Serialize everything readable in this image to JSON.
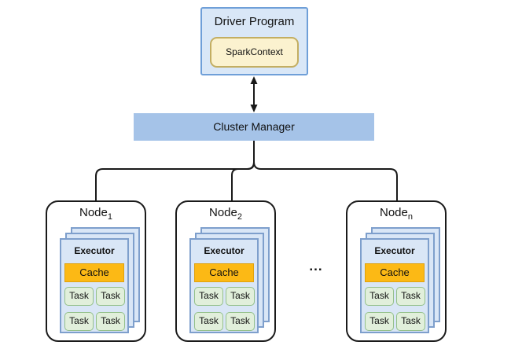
{
  "colors": {
    "line": "#1a1a1a",
    "driver_fill": "#d9e7f7",
    "driver_border": "#6f9fd8",
    "spark_fill": "#fbf2cf",
    "spark_border": "#c3ae62",
    "cluster_fill": "#a5c3e8",
    "card_fill": "#d9e6f6",
    "card_border": "#7e9fcc",
    "cache_fill": "#fcb915",
    "cache_border": "#dfa10e",
    "task_fill": "#e1efdb",
    "task_border": "#94c08a",
    "node_fill": "#ffffff",
    "node_border": "#1a1a1a"
  },
  "diagram": {
    "driver": {
      "title": "Driver Program",
      "context_label": "SparkContext"
    },
    "cluster_manager": {
      "label": "Cluster Manager"
    },
    "ellipsis": "...",
    "nodes": [
      {
        "name": "Node",
        "sub": "1",
        "executor": {
          "label": "Executor",
          "cache": "Cache",
          "tasks": [
            "Task",
            "Task",
            "Task",
            "Task"
          ]
        }
      },
      {
        "name": "Node",
        "sub": "2",
        "executor": {
          "label": "Executor",
          "cache": "Cache",
          "tasks": [
            "Task",
            "Task",
            "Task",
            "Task"
          ]
        }
      },
      {
        "name": "Node",
        "sub": "n",
        "executor": {
          "label": "Executor",
          "cache": "Cache",
          "tasks": [
            "Task",
            "Task",
            "Task",
            "Task"
          ]
        }
      }
    ]
  }
}
